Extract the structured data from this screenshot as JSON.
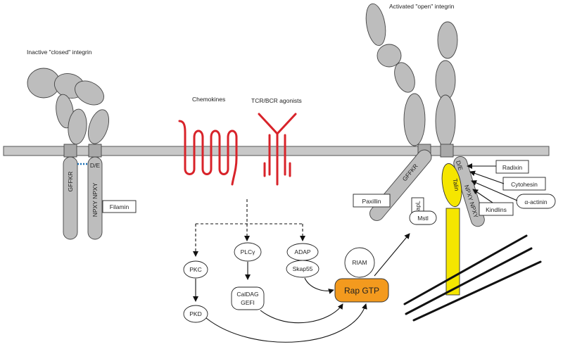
{
  "labels": {
    "inactive_title": "Inactive \"closed\" integrin",
    "active_title": "Activated \"open\" integrin",
    "chemokines": "Chemokines",
    "tcr": "TCR/BCR agonists",
    "gffkr_left": "GFFKR",
    "npxy_left": "NPXY NPXY",
    "de_left": "D/E",
    "filamin": "Filamin",
    "gffkr_right": "GFFKR",
    "npxy_right": "NPXY NPXY",
    "de_right": "D/E",
    "talin": "Talin",
    "paxillin": "Paxillin",
    "rapl": "RapL",
    "mstl": "Mstl",
    "radixin": "Radixin",
    "cytohesin": "Cytohesin",
    "kindlins": "Kindlins",
    "alpha_actinin": "α-actinin",
    "pkc": "PKC",
    "pkd": "PKD",
    "plcg": "PLCγ",
    "caldag": "CalDAG",
    "gefi": "GEFI",
    "adap": "ADAP",
    "skap55": "Skap55",
    "riam": "RIAM",
    "rap_gtp": "Rap GTP"
  },
  "colors": {
    "membrane": "#c8c8c8",
    "receptor": "#d8232a",
    "talin": "#f5e600",
    "rap_gtp": "#f39a1e",
    "protein_grey": "#bdbdbd"
  }
}
